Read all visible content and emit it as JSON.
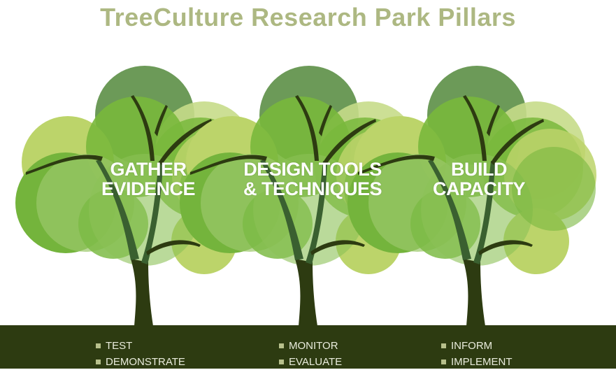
{
  "title": "TreeCulture Research Park Pillars",
  "colors": {
    "title": "#adb882",
    "ground": "#2d3b11",
    "trunk": "#2d3b11"
  },
  "pillars": [
    {
      "label_line1": "GATHER",
      "label_line2": "EVIDENCE",
      "items": [
        "TEST",
        "DEMONSTRATE"
      ]
    },
    {
      "label_line1": "DESIGN TOOLS",
      "label_line2": "& TECHNIQUES",
      "items": [
        "MONITOR",
        "EVALUATE"
      ]
    },
    {
      "label_line1": "BUILD",
      "label_line2": "CAPACITY",
      "items": [
        "INFORM",
        "IMPLEMENT"
      ]
    }
  ]
}
